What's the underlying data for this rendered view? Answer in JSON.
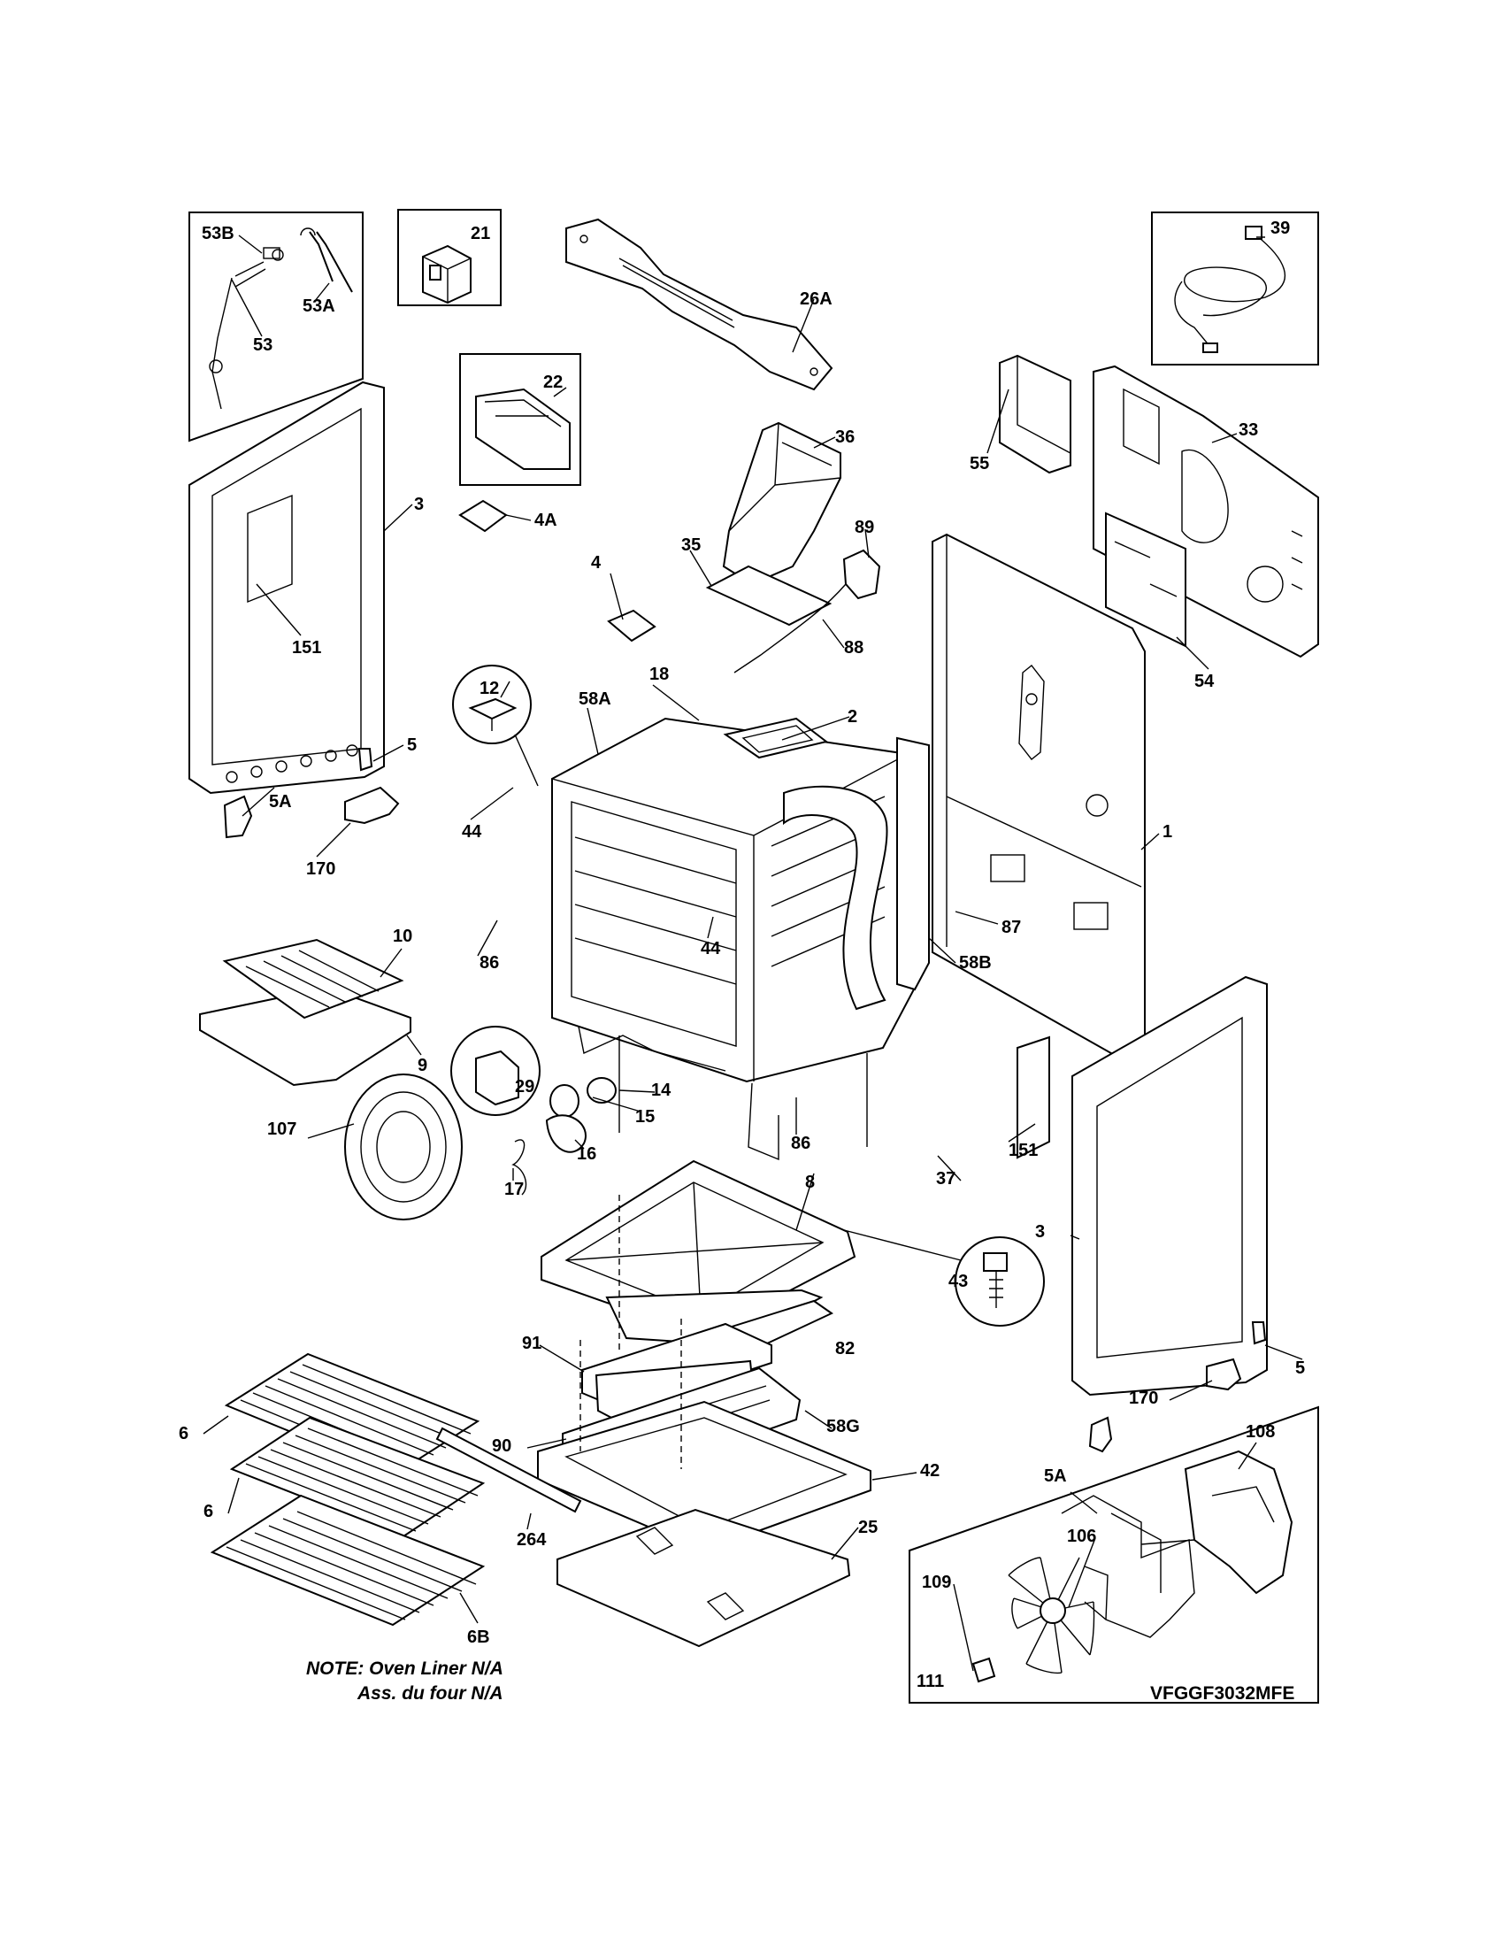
{
  "diagram": {
    "callouts": [
      "53B",
      "53A",
      "53",
      "21",
      "26A",
      "39",
      "22",
      "36",
      "33",
      "3",
      "4A",
      "55",
      "89",
      "35",
      "4",
      "88",
      "151",
      "54",
      "12",
      "18",
      "58A",
      "2",
      "5",
      "5A",
      "44",
      "1",
      "170",
      "10",
      "87",
      "86",
      "44",
      "58B",
      "9",
      "29",
      "14",
      "107",
      "15",
      "86",
      "16",
      "151",
      "37",
      "17",
      "8",
      "3",
      "43",
      "82",
      "91",
      "5",
      "170",
      "58G",
      "6",
      "90",
      "42",
      "108",
      "5A",
      "6",
      "264",
      "25",
      "106",
      "109",
      "6B",
      "111"
    ],
    "note_line1": "NOTE: Oven Liner N/A",
    "note_line2": "Ass. du four N/A",
    "model_number": "VFGGF3032MFE"
  }
}
